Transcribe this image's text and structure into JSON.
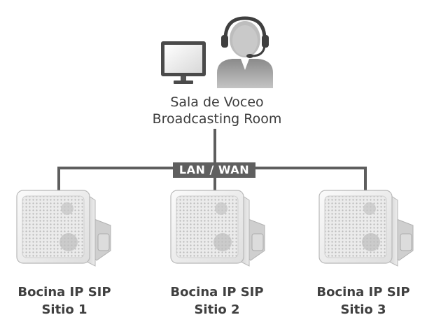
{
  "broadcast_room": {
    "line1": "Sala de Voceo",
    "line2": "Broadcasting Room",
    "icons": [
      "monitor-icon",
      "operator-headset-icon"
    ]
  },
  "network": {
    "label": "LAN / WAN"
  },
  "speakers": [
    {
      "line1": "Bocina IP SIP",
      "line2": "Sitio 1"
    },
    {
      "line1": "Bocina IP SIP",
      "line2": "Sitio 2"
    },
    {
      "line1": "Bocina IP SIP",
      "line2": "Sitio 3"
    }
  ],
  "colors": {
    "line": "#5e5e5e",
    "badge_bg": "#5f5f5f",
    "badge_text": "#ffffff",
    "text": "#3c3c3c"
  }
}
